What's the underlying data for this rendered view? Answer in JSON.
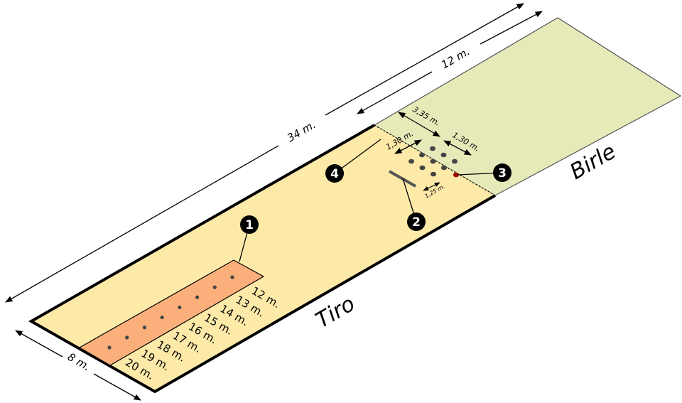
{
  "colors": {
    "tiro_zone": "#fdeaa8",
    "birle_zone": "#e6eab9",
    "throw_strip": "#fbb07c",
    "pin": "#444444",
    "marked_pin": "#a00000"
  },
  "zones": {
    "tiro": "Tiro",
    "birle": "Birle"
  },
  "dimensions": {
    "total_length": "34 m.",
    "birle_length": "12 m.",
    "width": "8 m.",
    "pin_area": "3,35 m.",
    "pin_spacing_a": "1,30 m.",
    "pin_spacing_b": "1,30 m.",
    "pin_row": "1,25 m."
  },
  "distances": [
    "12 m.",
    "13 m.",
    "14 m.",
    "15 m.",
    "16 m.",
    "17 m.",
    "18 m.",
    "19 m.",
    "20 m."
  ],
  "callouts": [
    "1",
    "2",
    "3",
    "4"
  ]
}
